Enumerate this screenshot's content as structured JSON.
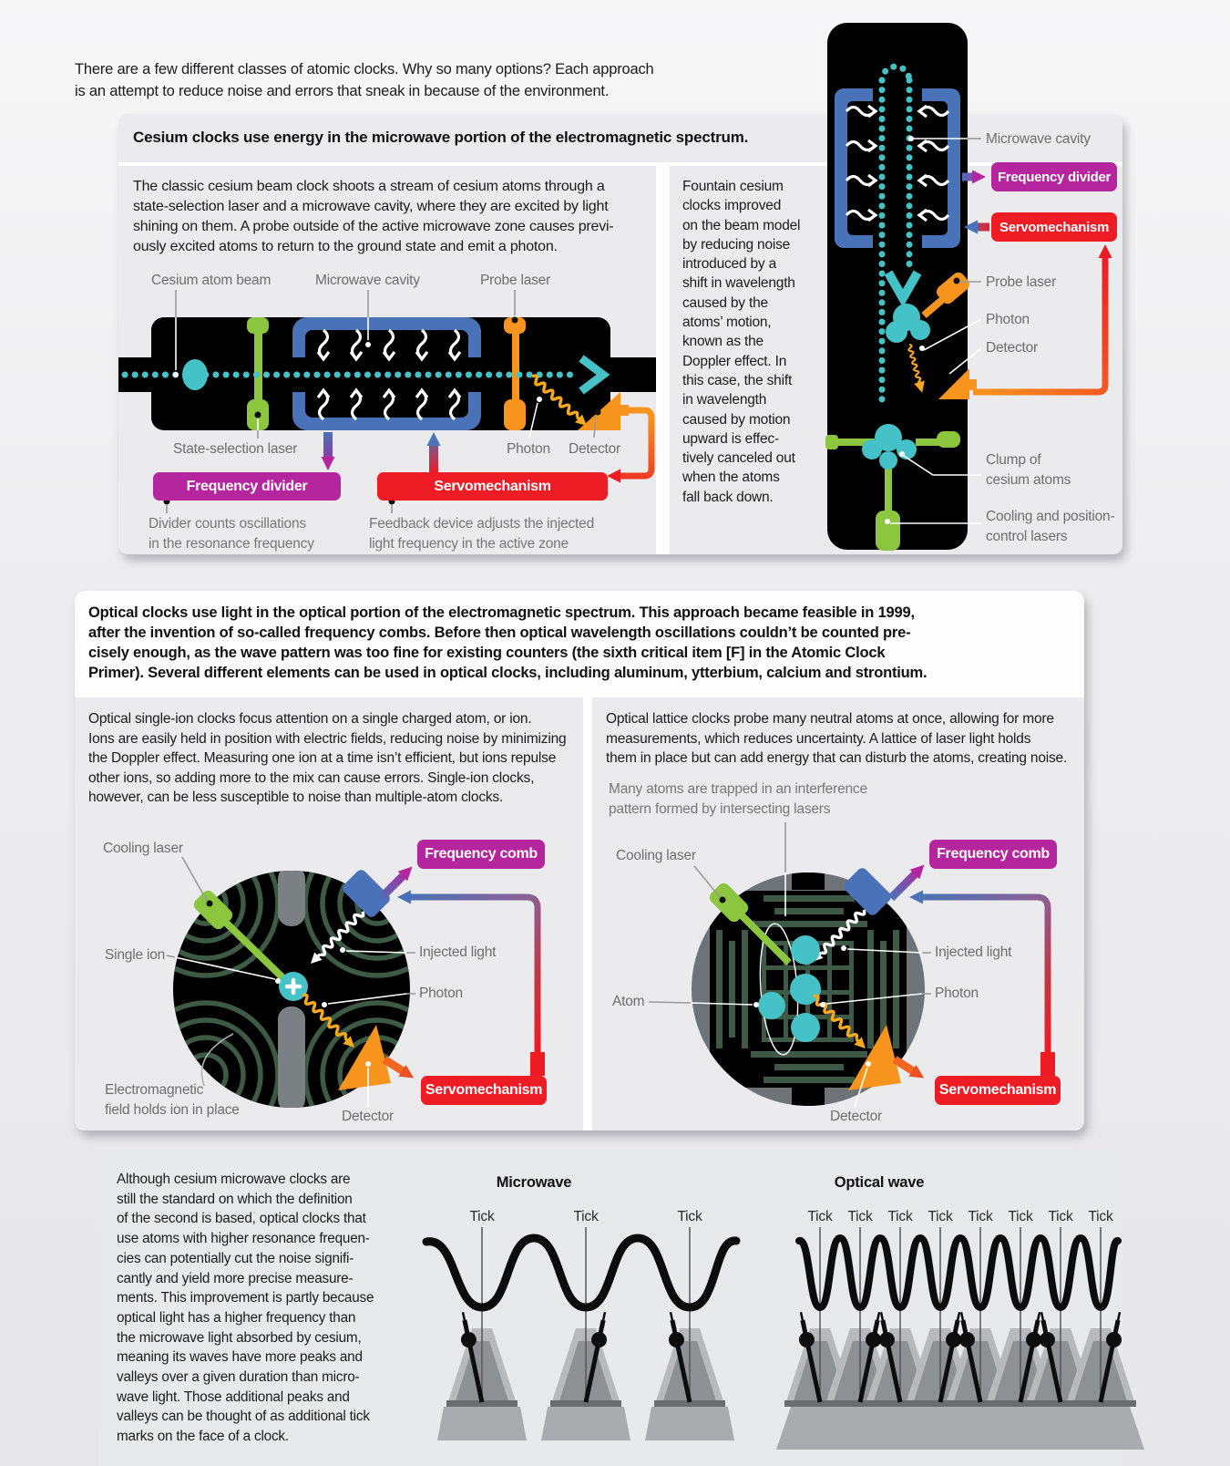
{
  "colors": {
    "teal": "#45c2c8",
    "green": "#8cc63e",
    "blue": "#4a72b8",
    "orange": "#f7941e",
    "red": "#ed1c24",
    "magenta": "#b5269e",
    "panel_gray": "#ebebed",
    "dark_green": "#3d5a44",
    "black": "#000000"
  },
  "intro": {
    "text": "There are a few different classes of atomic clocks. Why so many options? Each approach\nis an attempt to reduce noise and errors that sneak in because of the environment."
  },
  "cesium": {
    "header": "Cesium clocks use energy in the microwave portion of the electromagnetic spectrum.",
    "beam": {
      "paragraph": "The classic cesium beam clock shoots a stream of cesium atoms through a\nstate-selection laser and a microwave cavity, where they are excited by light\nshining on them. A probe outside of the active microwave zone causes previ-\nously excited atoms to return to the ground state and emit a photon.",
      "labels": {
        "beam": "Cesium atom beam",
        "cavity": "Microwave cavity",
        "probe": "Probe laser",
        "state": "State-selection laser",
        "photon": "Photon",
        "detector": "Detector"
      },
      "boxes": {
        "divider": "Frequency divider",
        "servo": "Servomechanism"
      },
      "captions": {
        "divider": "Divider counts oscillations\nin the resonance frequency",
        "servo": "Feedback device adjusts the injected\nlight frequency in the active zone"
      }
    },
    "fountain": {
      "paragraph": "Fountain cesium\nclocks improved\non the beam model\nby reducing noise\nintroduced by a\nshift in wavelength\ncaused by the\natoms’ motion,\nknown as the\nDoppler effect. In\nthis case, the shift\nin wavelength\ncaused by motion\nupward is effec-\ntively canceled out\nwhen the atoms\nfall back down.",
      "labels": {
        "cavity": "Microwave cavity",
        "probe": "Probe laser",
        "photon": "Photon",
        "detector": "Detector",
        "clump": "Clump of\ncesium atoms",
        "cooling": "Cooling and position-\ncontrol lasers"
      },
      "boxes": {
        "divider": "Frequency divider",
        "servo": "Servomechanism"
      }
    }
  },
  "optical": {
    "header": "Optical clocks use light in the optical portion of the electromagnetic spectrum. This approach became feasible in 1999,\nafter the invention of so-called frequency combs. Before then optical wavelength oscillations couldn’t be counted pre-\ncisely enough, as the wave pattern was too fine for existing counters (the sixth critical item [F] in the Atomic Clock\nPrimer). Several different elements can be used in optical clocks, including aluminum, ytterbium, calcium and strontium.",
    "single_ion": {
      "paragraph": "Optical single-ion clocks focus attention on a single charged atom, or ion.\nIons are easily held in position with electric fields, reducing noise by minimizing\nthe Doppler effect. Measuring one ion at a time isn’t efficient, but ions repulse\nother ions, so adding more to the mix can cause errors. Single-ion clocks,\nhowever, can be less susceptible to noise than multiple-atom clocks.",
      "labels": {
        "cooling": "Cooling laser",
        "ion": "Single ion",
        "field": "Electromagnetic\nfield holds ion in place",
        "detector": "Detector",
        "injected": "Injected light",
        "photon": "Photon"
      },
      "boxes": {
        "comb": "Frequency comb",
        "servo": "Servomechanism"
      }
    },
    "lattice": {
      "paragraph": "Optical lattice clocks probe many neutral atoms at once, allowing for more\nmeasurements, which reduces uncertainty. A lattice of laser light holds\nthem in place but can add energy that can disturb the atoms, creating noise.",
      "caption": "Many atoms are trapped in an interference\npattern formed by intersecting lasers",
      "labels": {
        "cooling": "Cooling laser",
        "atom": "Atom",
        "detector": "Detector",
        "injected": "Injected light",
        "photon": "Photon"
      },
      "boxes": {
        "comb": "Frequency comb",
        "servo": "Servomechanism"
      }
    }
  },
  "comparison": {
    "paragraph": "Although cesium microwave clocks are\nstill the standard on which the definition\nof the second is based, optical clocks that\nuse atoms with higher resonance frequen-\ncies can potentially cut the noise signifi-\ncantly and yield more precise measure-\nments. This improvement is partly because\noptical light has a higher frequency than\nthe microwave light absorbed by cesium,\nmeaning its waves have more peaks and\nvalleys over a given duration than micro-\nwave light. Those additional peaks and\nvalleys can be thought of as additional tick\nmarks on the face of a clock.",
    "microwave": {
      "title": "Microwave",
      "tick": "Tick",
      "tick_count": 3
    },
    "optical": {
      "title": "Optical wave",
      "tick": "Tick",
      "tick_count": 8
    }
  }
}
